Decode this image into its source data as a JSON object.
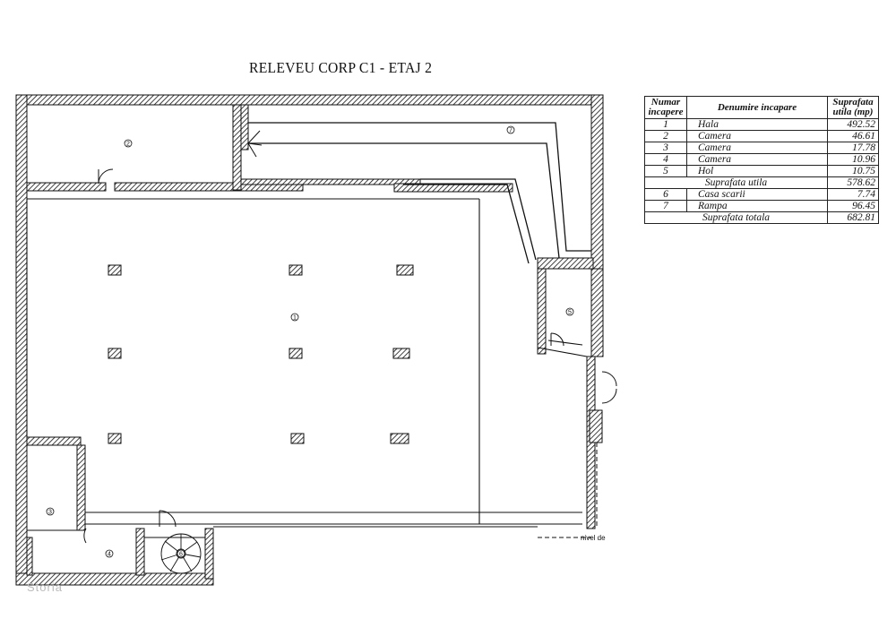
{
  "title": "RELEVEU CORP C1 - ETAJ 2",
  "table": {
    "headers": [
      "Numar incapere",
      "Denumire incapare",
      "Suprafata utila (mp)"
    ],
    "rows": [
      {
        "num": "1",
        "name": "Hala",
        "area": "492.52"
      },
      {
        "num": "2",
        "name": "Camera",
        "area": "46.61"
      },
      {
        "num": "3",
        "name": "Camera",
        "area": "17.78"
      },
      {
        "num": "4",
        "name": "Camera",
        "area": "10.96"
      },
      {
        "num": "5",
        "name": "Hol",
        "area": "10.75"
      }
    ],
    "subtotal": {
      "label": "Suprafata utila",
      "area": "578.62"
    },
    "rows2": [
      {
        "num": "6",
        "name": "Casa scarii",
        "area": "7.74"
      },
      {
        "num": "7",
        "name": "Rampa",
        "area": "96.45"
      }
    ],
    "total": {
      "label": "Suprafata totala",
      "area": "682.81"
    }
  },
  "rooms": [
    "1",
    "2",
    "3",
    "4",
    "5",
    "6",
    "7"
  ],
  "plan_note": "nivel de",
  "watermark": "Storia"
}
